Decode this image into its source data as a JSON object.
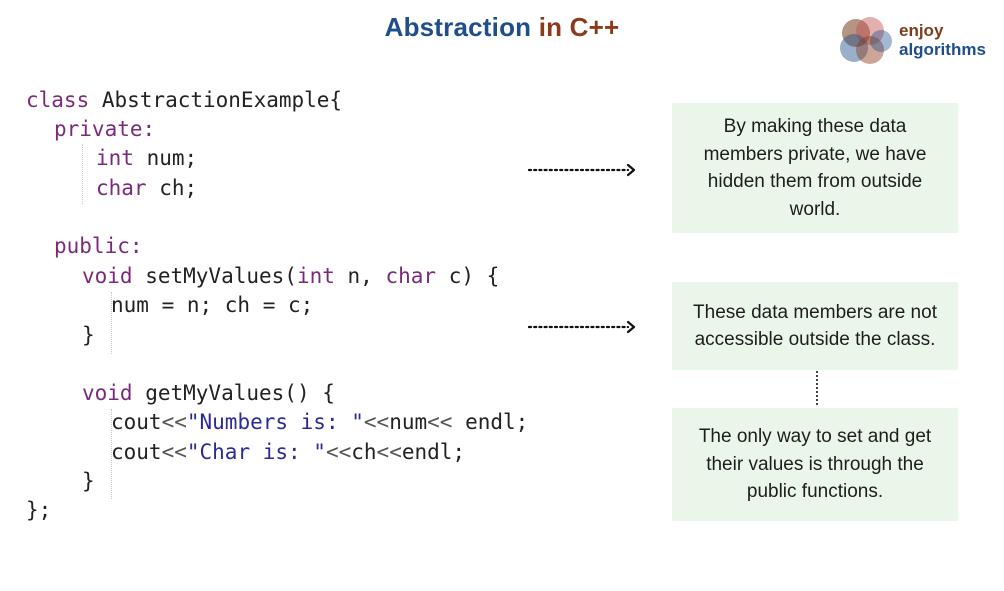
{
  "title": {
    "part1": "Abstraction",
    "part2": "in C++"
  },
  "logo": {
    "line1": "enjoy",
    "line2": "algorithms"
  },
  "code": {
    "class_kw": "class",
    "class_name": " AbstractionExample{",
    "private_kw": "private:",
    "int_kw": "int",
    "num_decl": " num;",
    "char_kw": "char",
    "ch_decl": " ch;",
    "public_kw": "public:",
    "void1": "void",
    "set_sig1": " setMyValues(",
    "int_param": "int",
    "set_sig2": " n, ",
    "char_param": "char",
    "set_sig3": " c) {",
    "assign": "num = n; ch = c;",
    "close_brace": "}",
    "void2": "void",
    "get_sig": " getMyValues() {",
    "cout1": "cout",
    "op1": "<<",
    "str1": "\"Numbers is: \"",
    "op2": "<<",
    "rest1": "num",
    "op3": "<<",
    "end1": " endl;",
    "cout2": "cout",
    "op4": "<<",
    "str2": "\"Char is: \"",
    "op5": "<<",
    "rest2": "ch",
    "op6": "<<",
    "end2": "endl;",
    "close_brace2": "}",
    "class_end": "};"
  },
  "notes": {
    "note1": "By making these data members private, we have hidden them from outside world.",
    "note2": "These data members are not accessible outside the class.",
    "note3": "The only way to set and get their values is through the public functions."
  },
  "colors": {
    "title_blue": "#1f4e8c",
    "title_brown": "#8b3a1a",
    "keyword_purple": "#7b2a7b",
    "string_blue": "#2a2a9a",
    "note_bg": "#eaf6ea"
  }
}
